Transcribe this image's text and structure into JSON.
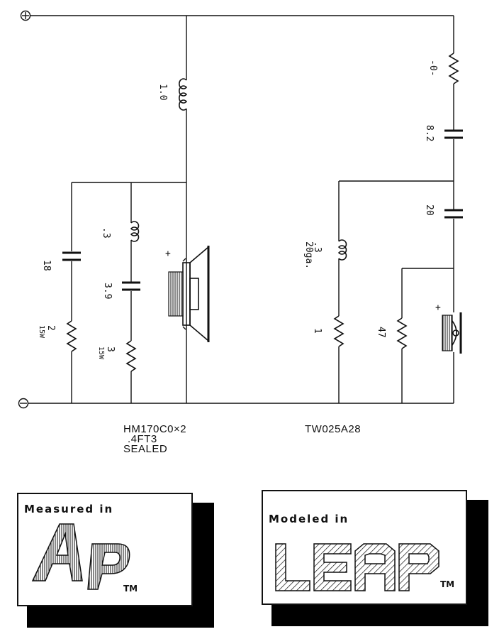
{
  "schematic": {
    "terminals": {
      "positive": "+",
      "negative": "−"
    },
    "woofer_branch": {
      "series_inductor": "1.0",
      "shunt_1_capacitor": "18",
      "shunt_1_resistor": "2",
      "shunt_1_resistor_rating": "15W",
      "shunt_2_inductor": ".3",
      "shunt_2_capacitor": "3.9",
      "shunt_2_resistor": "3",
      "shunt_2_resistor_rating": "15W",
      "driver_polarity": "+",
      "driver_caption_lines": [
        "HM170C0×2",
        ".4FT3",
        "SEALED"
      ]
    },
    "tweeter_branch": {
      "series_resistor": "-0-",
      "series_capacitor_1": "8.2",
      "series_capacitor_2": "20",
      "shunt_inductor": ".3",
      "shunt_inductor_gauge": "20ga.",
      "shunt_resistor_1": "1",
      "shunt_resistor_2": "47",
      "driver_polarity": "+",
      "driver_caption": "TW025A28"
    }
  },
  "badges": {
    "ap": {
      "title": "Measured in",
      "logo_text": "Ap",
      "trademark": "TM"
    },
    "leap": {
      "title": "Modeled in",
      "logo_text": "LEAP",
      "trademark": "TM"
    }
  }
}
